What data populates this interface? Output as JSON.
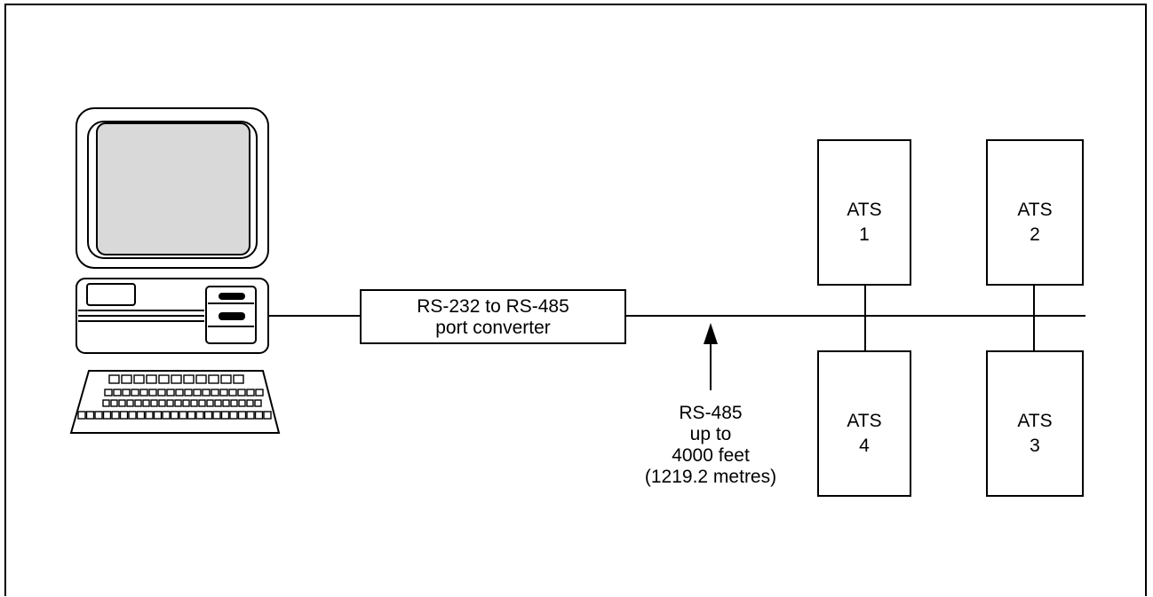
{
  "converter": {
    "line1": "RS-232 to RS-485",
    "line2": "port converter"
  },
  "bus_note": {
    "line1": "RS-485",
    "line2": "up to",
    "line3": "4000 feet",
    "line4": "(1219.2 metres)"
  },
  "ats_units": [
    {
      "name": "ATS",
      "number": "1"
    },
    {
      "name": "ATS",
      "number": "2"
    },
    {
      "name": "ATS",
      "number": "4"
    },
    {
      "name": "ATS",
      "number": "3"
    }
  ],
  "colors": {
    "line": "#000000",
    "screen": "#d9d9d9",
    "background": "#ffffff"
  },
  "icons": [
    "computer-monitor-icon",
    "computer-tower-icon",
    "keyboard-icon",
    "arrow-up-icon"
  ]
}
